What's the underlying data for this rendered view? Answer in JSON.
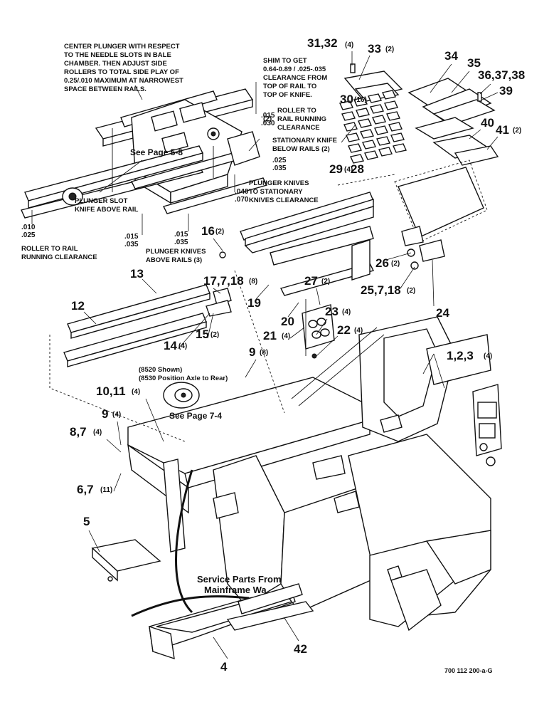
{
  "notes": {
    "center_plunger": [
      "CENTER PLUNGER WITH RESPECT",
      "TO THE NEEDLE SLOTS IN BALE",
      "CHAMBER.  THEN ADJUST SIDE",
      "ROLLERS TO TOTAL SIDE PLAY OF",
      "0.25/.010 MAXIMUM AT NARROWEST",
      "SPACE BETWEEN RAILS."
    ],
    "shim": [
      "SHIM TO GET",
      "0.64-0.89 / .025-.035",
      "CLEARANCE FROM",
      "TOP OF RAIL TO",
      "TOP OF KNIFE."
    ],
    "roller_rail": [
      "ROLLER TO",
      "RAIL RUNNING",
      "CLEARANCE"
    ],
    "roller_rail_qty": "(2)",
    "stationary_knife": [
      "STATIONARY KNIFE",
      "BELOW RAILS (2)"
    ],
    "plunger_knives_stationary": [
      "PLUNGER KNIVES",
      "TO STATIONARY",
      "KNIVES CLEARANCE"
    ],
    "plunger_slot": [
      "PLUNGER SLOT",
      "KNIFE ABOVE RAIL"
    ],
    "roller_running": [
      "ROLLER TO RAIL",
      "RUNNING CLEARANCE"
    ],
    "plunger_knives_above": [
      "PLUNGER KNIVES",
      "ABOVE RAILS (3)"
    ],
    "model_shown": "(8520 Shown)",
    "model_axle": "(8530 Position Axle to Rear)",
    "service_parts": [
      "Service Parts From",
      "Mainframe Wa"
    ],
    "see_page_58": "See Page 5-8",
    "see_page_74": "See Page 7-4",
    "doc_code": "700 112 200-a-G"
  },
  "dimensions": {
    "d1": [
      ".015",
      ".030"
    ],
    "d2": [
      ".025",
      ".035"
    ],
    "d3": [
      ".040",
      ".070"
    ],
    "d4": [
      ".010",
      ".025"
    ],
    "d5": [
      ".015",
      ".035"
    ],
    "d6": [
      ".015",
      ".035"
    ]
  },
  "callouts": [
    {
      "num": "31,32",
      "qty": "(4)"
    },
    {
      "num": "33",
      "qty": "(2)"
    },
    {
      "num": "34",
      "qty": ""
    },
    {
      "num": "35",
      "qty": ""
    },
    {
      "num": "36,37,38",
      "qty": ""
    },
    {
      "num": "39",
      "qty": ""
    },
    {
      "num": "30",
      "qty": "(16)"
    },
    {
      "num": "40",
      "qty": ""
    },
    {
      "num": "41",
      "qty": "(2)"
    },
    {
      "num": "29",
      "qty": "(4)"
    },
    {
      "num": "28",
      "qty": ""
    },
    {
      "num": "16",
      "qty": "(2)"
    },
    {
      "num": "17,7,18",
      "qty": "(8)"
    },
    {
      "num": "13",
      "qty": ""
    },
    {
      "num": "19",
      "qty": ""
    },
    {
      "num": "26",
      "qty": "(2)"
    },
    {
      "num": "27",
      "qty": "(2)"
    },
    {
      "num": "25,7,18",
      "qty": "(2)"
    },
    {
      "num": "12",
      "qty": ""
    },
    {
      "num": "20",
      "qty": ""
    },
    {
      "num": "23",
      "qty": "(4)"
    },
    {
      "num": "24",
      "qty": ""
    },
    {
      "num": "15",
      "qty": "(2)"
    },
    {
      "num": "21",
      "qty": "(4)"
    },
    {
      "num": "22",
      "qty": "(4)"
    },
    {
      "num": "14",
      "qty": "(4)"
    },
    {
      "num": "1,2,3",
      "qty": "(4)"
    },
    {
      "num": "9",
      "qty": "(8)"
    },
    {
      "num": "10,11",
      "qty": "(4)"
    },
    {
      "num": "9",
      "qty": "(4)"
    },
    {
      "num": "8,7",
      "qty": "(4)"
    },
    {
      "num": "6,7",
      "qty": "(11)"
    },
    {
      "num": "5",
      "qty": ""
    },
    {
      "num": "4",
      "qty": ""
    },
    {
      "num": "42",
      "qty": ""
    }
  ]
}
